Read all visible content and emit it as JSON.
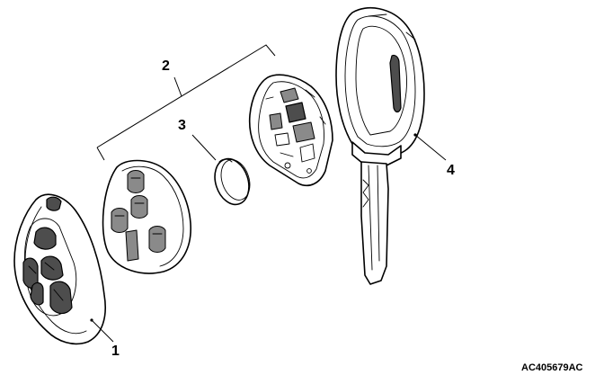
{
  "callouts": {
    "c1": "1",
    "c2": "2",
    "c3": "3",
    "c4": "4"
  },
  "figure_ref": "AC405679AC"
}
